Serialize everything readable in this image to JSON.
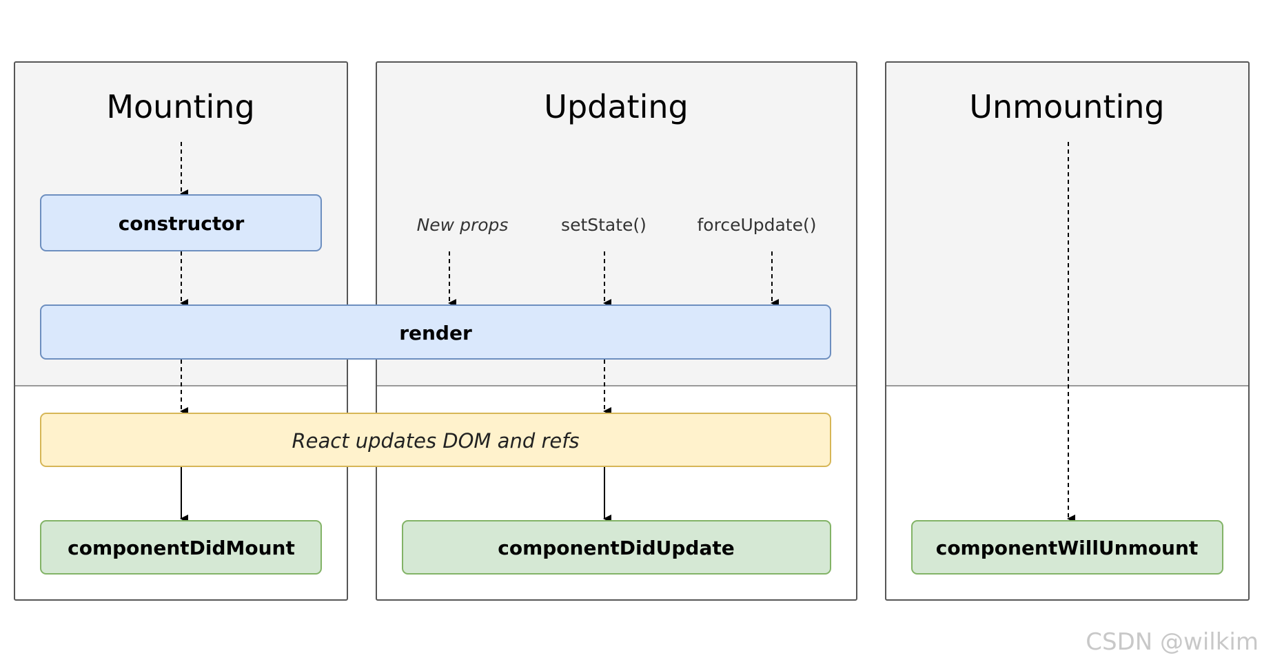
{
  "phases": {
    "mounting": "Mounting",
    "updating": "Updating",
    "unmounting": "Unmounting"
  },
  "triggers": {
    "new_props": "New props",
    "set_state": "setState()",
    "force_update": "forceUpdate()"
  },
  "methods": {
    "constructor": "constructor",
    "render": "render",
    "react_updates": "React updates DOM and refs",
    "component_did_mount": "componentDidMount",
    "component_did_update": "componentDidUpdate",
    "component_will_unmount": "componentWillUnmount"
  },
  "watermark": "CSDN @wilkim",
  "colors": {
    "panel_top": "#f4f4f4",
    "panel_border": "#555555",
    "blue_fill": "#dae8fc",
    "blue_border": "#6c8ebf",
    "yellow_fill": "#fff2cc",
    "yellow_border": "#d6b656",
    "green_fill": "#d5e8d4",
    "green_border": "#82b366"
  }
}
